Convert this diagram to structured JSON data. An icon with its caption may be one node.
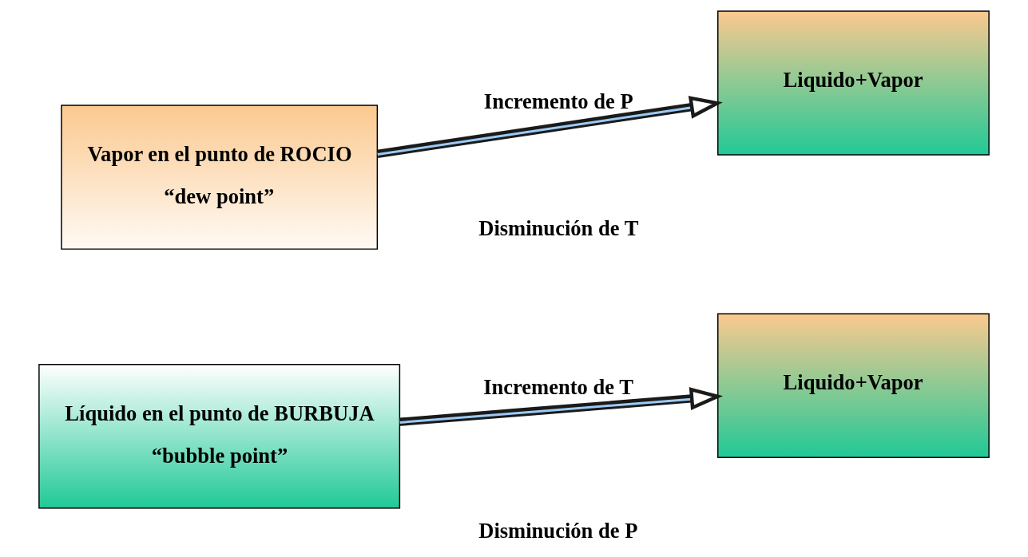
{
  "diagram": {
    "nodes": [
      {
        "text": [
          "Líquido en el punto de BURBUJA",
          "“bubble point”"
        ]
      },
      {
        "text": [
          "Liquido+Vapor"
        ]
      },
      {
        "text": [
          "Vapor en el punto de ROCIO",
          "“dew point”"
        ]
      },
      {
        "text": [
          "Liquido+Vapor"
        ]
      }
    ],
    "edges": [
      {
        "from": 0,
        "to": 1,
        "arrow": "to",
        "label": "Incremento de T"
      },
      {
        "from": 2,
        "to": 3,
        "arrow": "to",
        "label": "Incremento de P"
      }
    ],
    "labels": [
      "Disminución de P",
      "Disminución de T"
    ]
  }
}
